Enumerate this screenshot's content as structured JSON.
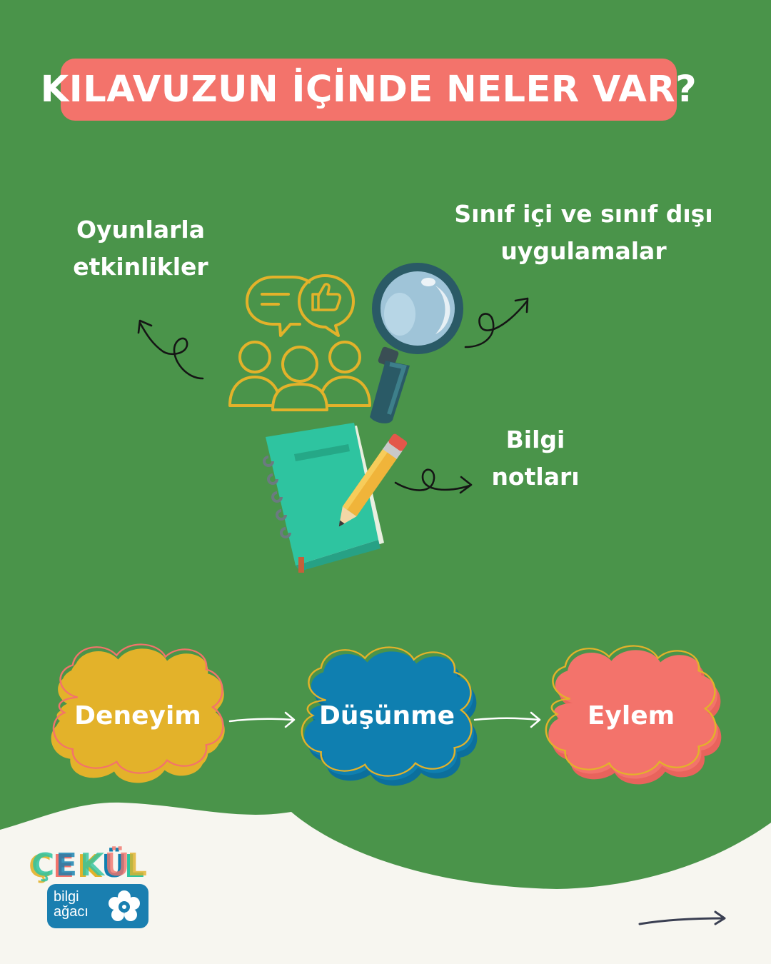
{
  "title": "KILAVUZUN İÇİNDE NELER VAR?",
  "features": {
    "games": {
      "line1": "Oyunlarla",
      "line2": "etkinlikler"
    },
    "practice": {
      "line1": "Sınıf içi ve sınıf dışı",
      "line2": "uygulamalar"
    },
    "notes": {
      "line1": "Bilgi",
      "line2": "notları"
    }
  },
  "cycle": [
    {
      "label": "Deneyim",
      "color": "#e3b22a"
    },
    {
      "label": "Düşünme",
      "color": "#0f7fb0"
    },
    {
      "label": "Eylem",
      "color": "#f3736b"
    }
  ],
  "brand": {
    "logo_text": "ÇEKÜL",
    "line1": "bilgi",
    "line2": "ağacı"
  },
  "colors": {
    "background": "#4a944a",
    "accent": "#f3736b",
    "footer": "#f7f6f0",
    "icon_gold": "#e3b22a"
  },
  "icons": [
    "chat-bubbles-icon",
    "thumbs-up-icon",
    "people-icon",
    "magnifier-icon",
    "notebook-icon",
    "pencil-icon",
    "next-arrow-icon"
  ]
}
